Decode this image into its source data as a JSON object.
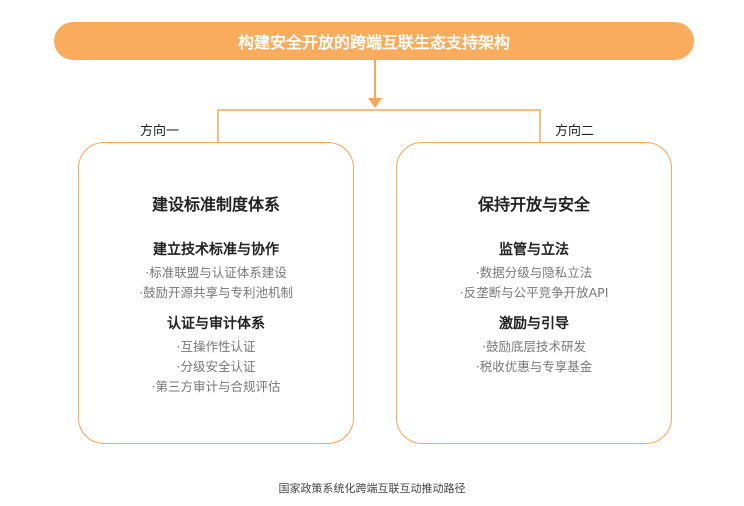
{
  "title": "构建安全开放的跨端互联生态支持架构",
  "directions": [
    {
      "label": "方向一",
      "heading": "建设标准制度体系",
      "groups": [
        {
          "title": "建立技术标准与协作",
          "items": [
            "·标准联盟与认证体系建设",
            "·鼓励开源共享与专利池机制"
          ]
        },
        {
          "title": "认证与审计体系",
          "items": [
            "·互操作性认证",
            "·分级安全认证",
            "·第三方审计与合规评估"
          ]
        }
      ]
    },
    {
      "label": "方向二",
      "heading": "保持开放与安全",
      "groups": [
        {
          "title": "监管与立法",
          "items": [
            "·数据分级与隐私立法",
            "·反垄断与公平竞争开放API"
          ]
        },
        {
          "title": "激励与引导",
          "items": [
            "·鼓励底层技术研发",
            "·税收优惠与专享基金"
          ]
        }
      ]
    }
  ],
  "caption": "国家政策系统化跨端互联互动推动路径",
  "colors": {
    "accent": "#F8AC5C"
  }
}
